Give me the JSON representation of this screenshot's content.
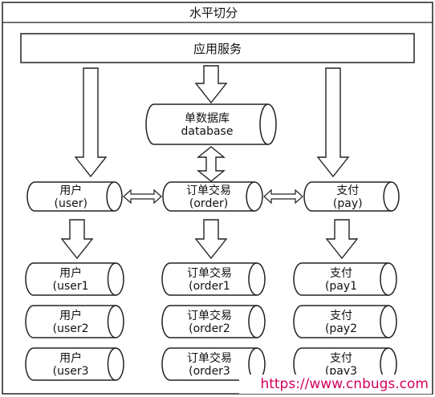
{
  "frame": {
    "title": "水平切分"
  },
  "service": {
    "label": "应用服务"
  },
  "database": {
    "name": "单数据库",
    "sub": "database"
  },
  "shards": [
    {
      "name": "用户",
      "sub": "(user)"
    },
    {
      "name": "订单交易",
      "sub": "(order)"
    },
    {
      "name": "支付",
      "sub": "(pay)"
    }
  ],
  "partitions": [
    [
      {
        "name": "用户",
        "sub": "(user1"
      },
      {
        "name": "用户",
        "sub": "(user2"
      },
      {
        "name": "用户",
        "sub": "(user3"
      }
    ],
    [
      {
        "name": "订单交易",
        "sub": "(order1"
      },
      {
        "name": "订单交易",
        "sub": "(order2"
      },
      {
        "name": "订单交易",
        "sub": "(order3"
      }
    ],
    [
      {
        "name": "支付",
        "sub": "(pay1"
      },
      {
        "name": "支付",
        "sub": "(pay2"
      },
      {
        "name": "支付",
        "sub": "(pay3"
      }
    ]
  ],
  "watermark": "https://www.cnbugs.com",
  "colors": {
    "stroke": "#222222",
    "fill": "#ffffff",
    "watermark": "#d3005a"
  }
}
